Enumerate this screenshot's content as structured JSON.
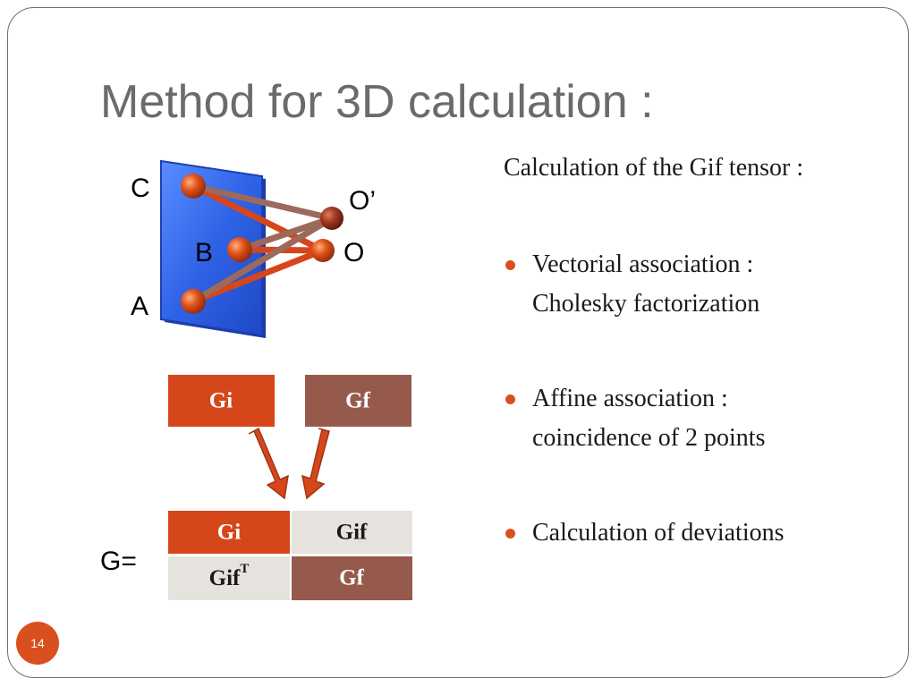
{
  "slide": {
    "title": "Method for 3D calculation :",
    "page_number": "14"
  },
  "diagram": {
    "points": {
      "c": "C",
      "b": "B",
      "a": "A",
      "o": "O",
      "o_prime": "O’"
    },
    "blocks": {
      "gi": "Gi",
      "gf": "Gf"
    },
    "matrix": {
      "prefix": "G=",
      "top_left": "Gi",
      "top_right": "Gif",
      "bottom_left": "Gif",
      "bottom_left_sup": "T",
      "bottom_right": "Gf"
    },
    "colors": {
      "plane": "#3d6fe0",
      "gi": "#d6461b",
      "gf": "#965a4d",
      "gif": "#e6e3de",
      "arrow": "#d6461b"
    }
  },
  "content": {
    "intro": "Calculation of the Gif tensor :",
    "bullets": [
      {
        "line1": "Vectorial association :",
        "line2": "Cholesky factorization"
      },
      {
        "line1": "Affine association :",
        "line2": "coincidence of 2 points"
      },
      {
        "line1": "Calculation of deviations",
        "line2": ""
      }
    ],
    "bullet_color": "#d9501e"
  }
}
